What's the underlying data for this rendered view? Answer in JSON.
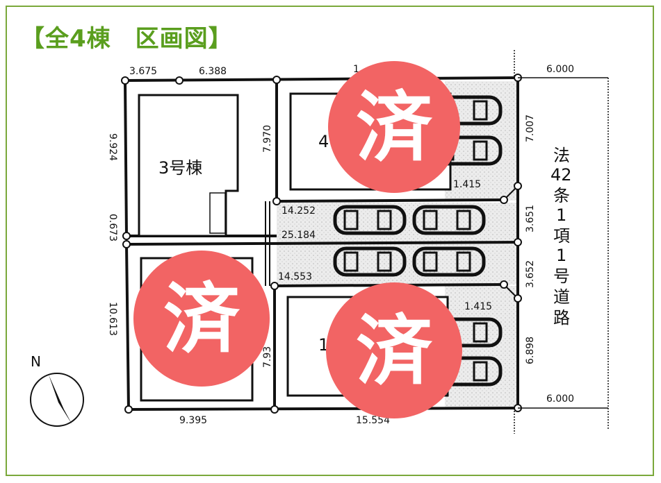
{
  "title": "【全4棟　区画図】",
  "colors": {
    "frame": "#7aa83a",
    "title": "#5a9e1e",
    "stamp": "#f26464",
    "driveway": "#e4e4e4"
  },
  "buildings": {
    "b3": "3号棟",
    "b4": "4",
    "b1": "1"
  },
  "dimensions": {
    "top_a": "3.675",
    "top_b": "6.388",
    "top_c": "1",
    "road_top": "6.000",
    "road_bottom": "6.000",
    "left_a": "9.924",
    "left_b": "0.673",
    "left_c": "10.613",
    "mid_upper": "7.970",
    "mid_lower": "7.93",
    "right_a": "7.007",
    "right_b": "3.651",
    "right_c": "3.652",
    "right_d": "6.898",
    "corner_upper": "1.415",
    "corner_lower": "1.415",
    "drive_a": "14.252",
    "drive_b": "25.184",
    "drive_c": "14.553",
    "bottom_a": "9.395",
    "bottom_b": "15.554"
  },
  "road_label": [
    "法",
    "42",
    "条",
    "1",
    "項",
    "1",
    "号",
    "道",
    "路"
  ],
  "compass": "N",
  "stamps": [
    "済",
    "済",
    "済"
  ]
}
